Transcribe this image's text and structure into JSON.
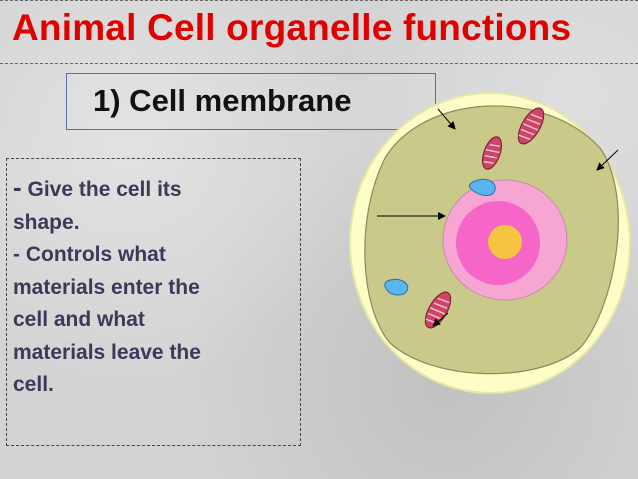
{
  "title": "Animal Cell organelle functions",
  "subtitle": "1) Cell membrane",
  "description": {
    "lines": [
      {
        "prefix": "-",
        "text": " Give the cell its"
      },
      {
        "prefix": "",
        "text": "shape."
      },
      {
        "prefix": "",
        "text": "- Controls what"
      },
      {
        "prefix": "",
        "text": "materials enter the"
      },
      {
        "prefix": "",
        "text": "cell and what"
      },
      {
        "prefix": "",
        "text": "materials leave the"
      },
      {
        "prefix": "",
        "text": "cell."
      }
    ]
  },
  "diagram": {
    "membrane_outer_color": "#fdfdc8",
    "cytoplasm_color": "#c9c98a",
    "nucleus_color": "#f7a6d4",
    "nucleus_inner_color": "#f566c8",
    "nucleolus_color": "#f5c542",
    "mitochondria_color": "#cc4466",
    "vacuole_color": "#5ab4f0",
    "arrow_color": "#000000"
  }
}
